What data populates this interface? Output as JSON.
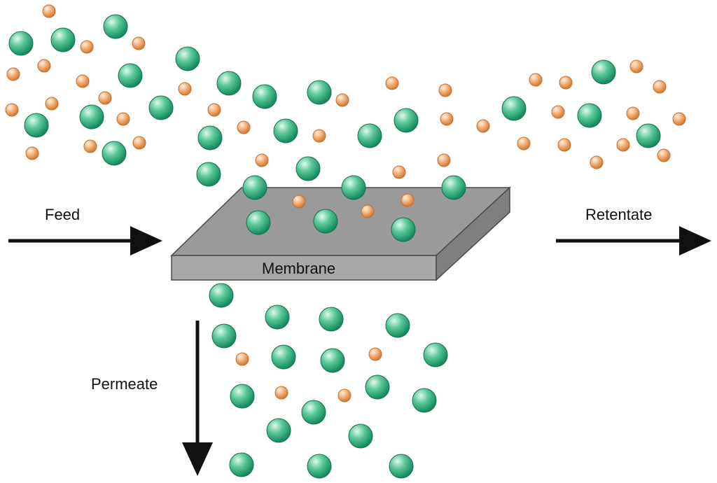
{
  "diagram": {
    "labels": {
      "feed": "Feed",
      "retentate": "Retentate",
      "membrane": "Membrane",
      "permeate": "Permeate"
    },
    "colors": {
      "large_particle": "#2fae7d",
      "large_particle_highlight": "#d9f7ea",
      "large_particle_edge": "#14704f",
      "small_particle": "#f0a568",
      "small_particle_highlight": "#fff0e2",
      "small_particle_edge": "#c56f2c",
      "membrane_top": "#9a9a9a",
      "membrane_front": "#a8a8a8",
      "membrane_side": "#7f7f7f",
      "membrane_edge": "#4a4a4a",
      "arrow": "#111111"
    }
  }
}
